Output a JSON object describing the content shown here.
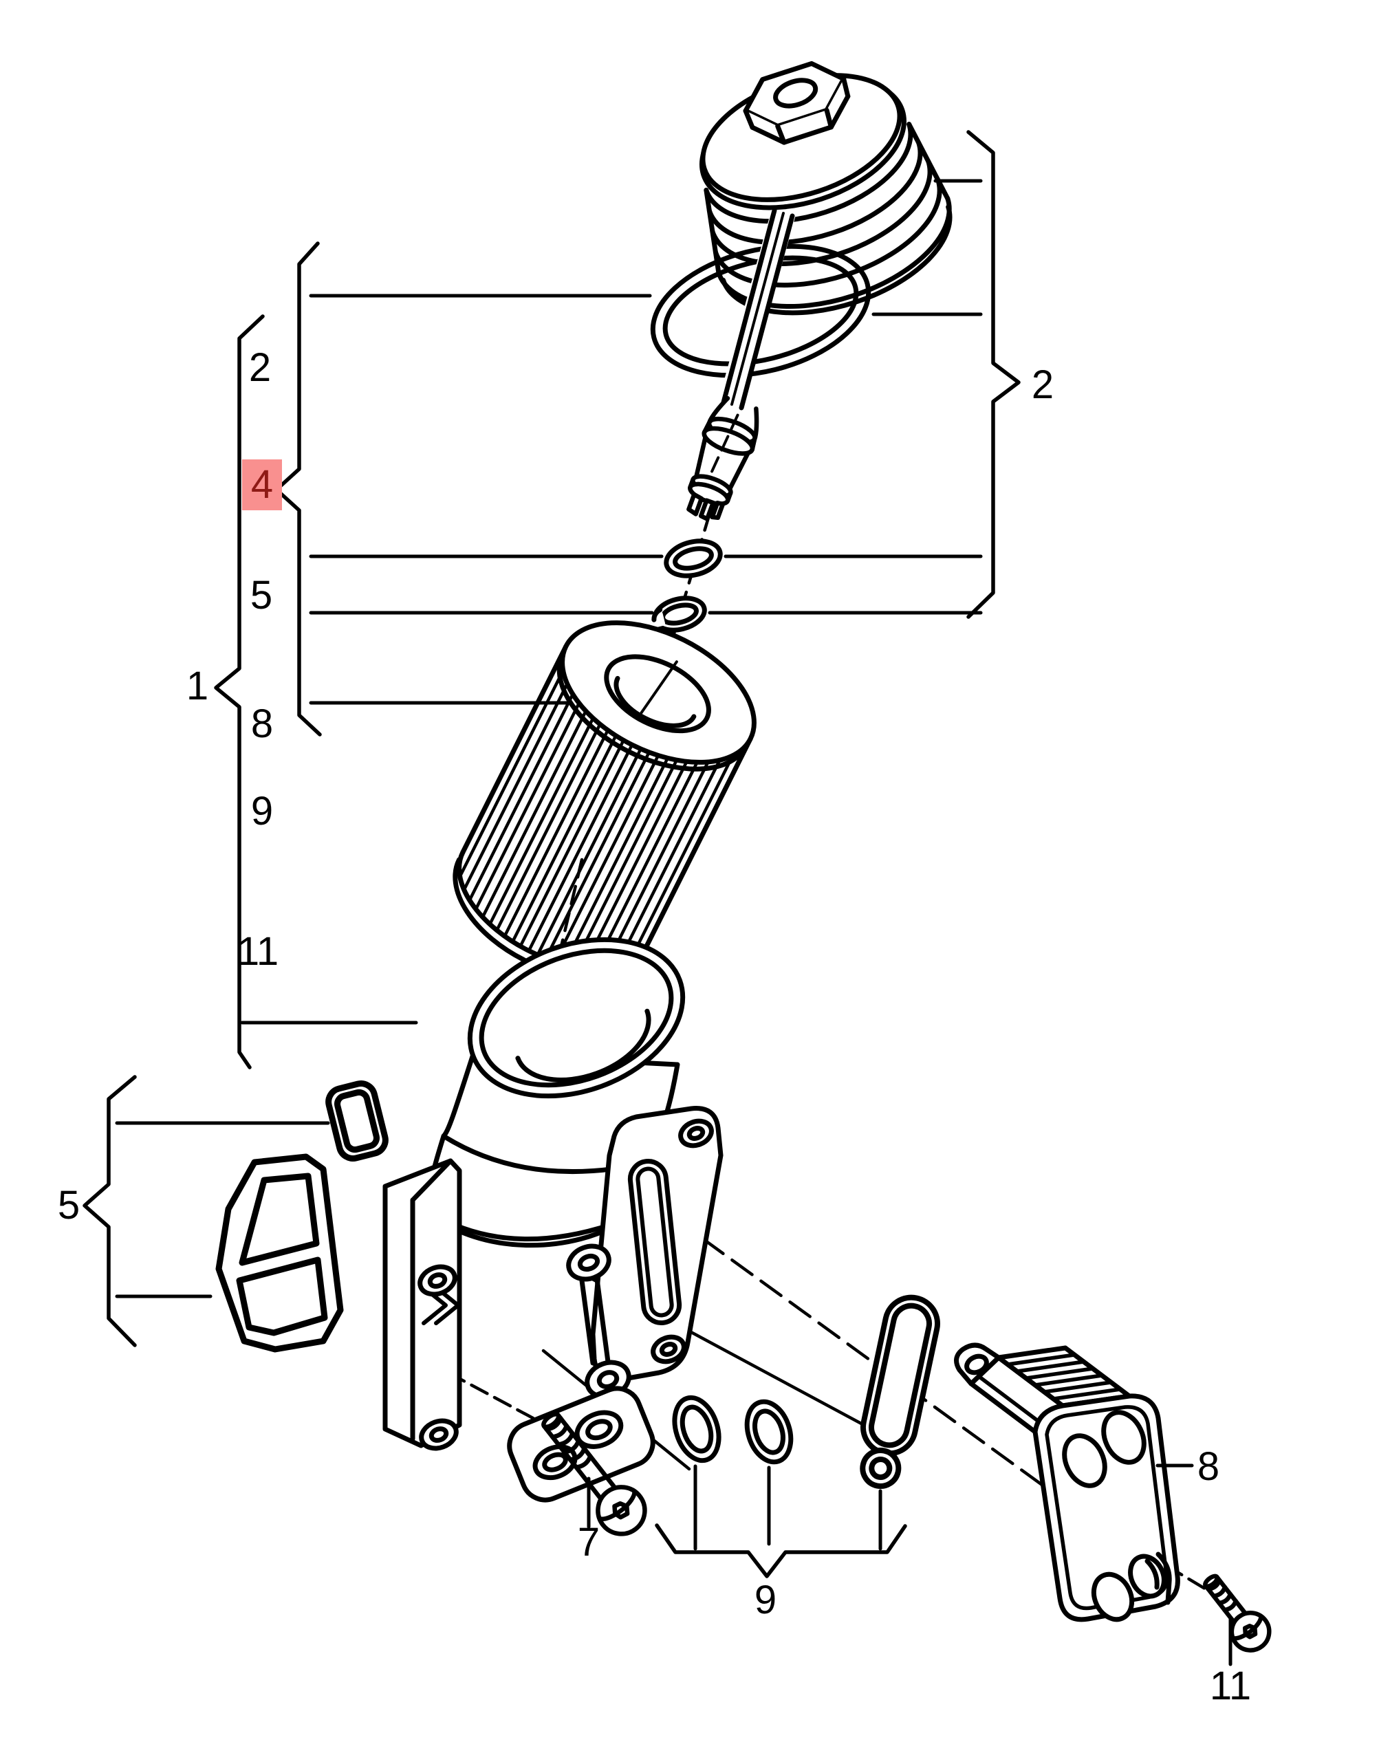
{
  "colors": {
    "background": "#ffffff",
    "line": "#000000",
    "highlight_fill": "#f9908f",
    "highlight_text": "#8e1a15",
    "label_text": "#000000"
  },
  "callouts": [
    {
      "id": "col-cap-group",
      "label": "2",
      "highlighted": false
    },
    {
      "id": "col-seal-kit-selected",
      "label": "4",
      "highlighted": true
    },
    {
      "id": "col-filter-element",
      "label": "5",
      "highlighted": false
    },
    {
      "id": "col-oil-cooler",
      "label": "8",
      "highlighted": false
    },
    {
      "id": "col-seals",
      "label": "9",
      "highlighted": false
    },
    {
      "id": "col-screw",
      "label": "11",
      "highlighted": false
    },
    {
      "id": "assembly",
      "label": "1",
      "highlighted": false
    },
    {
      "id": "cap-group-right",
      "label": "2",
      "highlighted": false
    },
    {
      "id": "gasket-group",
      "label": "5",
      "highlighted": false
    },
    {
      "id": "bolt",
      "label": "7",
      "highlighted": false
    },
    {
      "id": "seal-group-bottom",
      "label": "9",
      "highlighted": false
    },
    {
      "id": "oil-cooler",
      "label": "8",
      "highlighted": false
    },
    {
      "id": "cooler-screw",
      "label": "11",
      "highlighted": false
    }
  ]
}
